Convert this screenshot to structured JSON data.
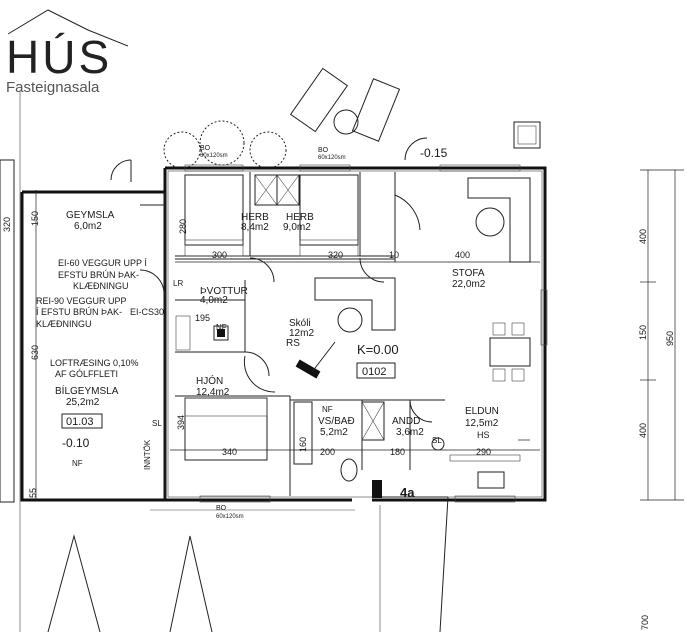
{
  "logo": {
    "brand": "HÚS",
    "subtitle": "Fasteignasala"
  },
  "rooms": {
    "geymsla": {
      "name": "GEYMSLA",
      "area": "6,0m2"
    },
    "herb1": {
      "name": "HERB",
      "area": "8,4m2"
    },
    "herb2": {
      "name": "HERB",
      "area": "9,0m2"
    },
    "stofa": {
      "name": "STOFA",
      "area": "22,0m2"
    },
    "thvottur": {
      "name": "ÞVOTTUR",
      "area": "4,0m2"
    },
    "skoli": {
      "name": "Skóli",
      "area": "12m2",
      "sub": "RS"
    },
    "hjon": {
      "name": "HJÓN",
      "area": "12,4m2"
    },
    "vsbad": {
      "name": "VS/BAÐ",
      "area": "5,2m2"
    },
    "andd": {
      "name": "ANDD",
      "area": "3,6m2"
    },
    "eldun": {
      "name": "ELDUN",
      "area": "12,5m2",
      "sub": "HS"
    },
    "bilgeymsla": {
      "name": "BÍLGEYMSLA",
      "area": "25,2m2",
      "code": "01.03",
      "level": "-0.10"
    }
  },
  "notes": {
    "ei60_1": "EI-60 VEGGUR UPP Í",
    "ei60_2": "EFSTU BRÚN ÞAK-",
    "ei60_3": "KLÆÐNINGU",
    "rei90_1": "REI-90 VEGGUR UPP",
    "rei90_2": "Í EFSTU BRÚN ÞAK-",
    "rei90_3": "KLÆÐNINGU",
    "eics30": "EI-CS30",
    "loft1": "LOFTRÆSING 0,10%",
    "loft2": "AF GÓLFFLETI",
    "k_level": "K=0.00",
    "unit": "0102",
    "entrance": "4a",
    "outside_level": "-0.15",
    "bo": "BO",
    "bo_size": "60x120sm",
    "nf": "NF",
    "lr": "LR",
    "sl": "SL",
    "inntok": "INNTÖK"
  },
  "dims": {
    "d150": "150",
    "d320": "320",
    "d630": "630",
    "d280": "280",
    "d300": "300",
    "d320b": "320",
    "d10": "10",
    "d400": "400",
    "d195": "195",
    "d394": "394",
    "d340": "340",
    "d160": "160",
    "d200": "200",
    "d180": "180",
    "d290": "290",
    "d55": "55",
    "d400r": "400",
    "d150r": "150",
    "d400r2": "400",
    "d950": "950",
    "d700": "700"
  }
}
